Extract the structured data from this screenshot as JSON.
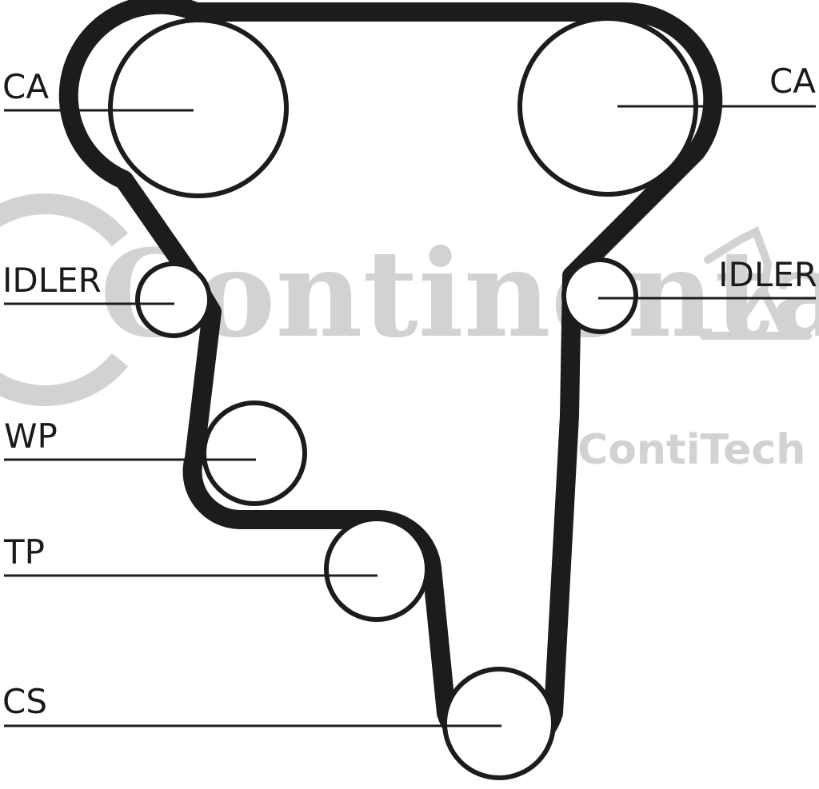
{
  "watermark": {
    "brand": "Continental",
    "sub_brand": "ContiTech"
  },
  "labels": {
    "ca_left": "CA",
    "ca_right": "CA",
    "idler_left": "IDLER",
    "idler_right": "IDLER",
    "wp": "WP",
    "tp": "TP",
    "cs": "CS"
  },
  "colors": {
    "belt": "#1c1c1c",
    "pulley_stroke": "#1c1c1c",
    "label_text": "#1a1a1a",
    "watermark": "#d2d2d2"
  }
}
